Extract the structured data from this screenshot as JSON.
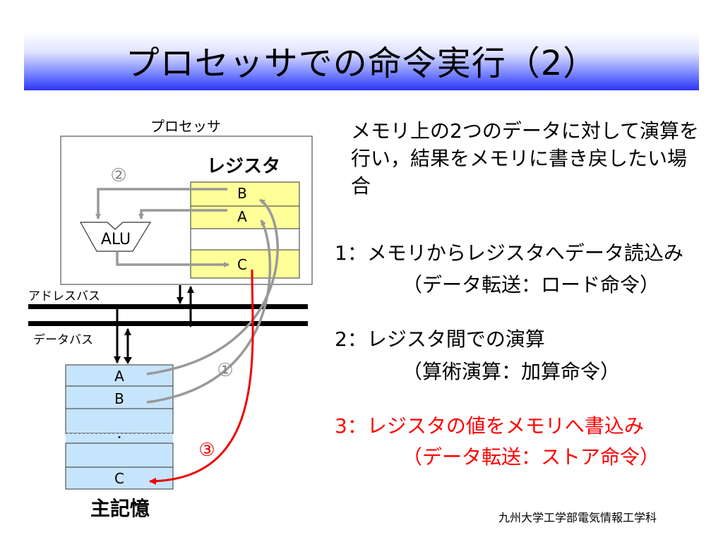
{
  "title": "プロセッサでの命令実行（2）",
  "diagram": {
    "processor_label": "プロセッサ",
    "register_label": "レジスタ",
    "registers": [
      "B",
      "A",
      "",
      "C"
    ],
    "alu_label": "ALU",
    "address_bus_label": "アドレスバス",
    "data_bus_label": "データバス",
    "memory_label": "主記憶",
    "memory_cells": [
      "A",
      "B",
      "",
      "・",
      "",
      "C"
    ],
    "step_markers": [
      "①",
      "②",
      "③"
    ],
    "colors": {
      "register_fill": "#ffff99",
      "memory_fill": "#c6e4fb",
      "gray_arrow": "#999999",
      "red_arrow": "#ee0000"
    }
  },
  "description": "メモリ上の2つのデータに対して演算を行い，結果をメモリに書き戻したい場合",
  "steps": [
    {
      "main": "1：メモリからレジスタへデータ読込み",
      "sub": "（データ転送：ロード命令）",
      "highlight": false
    },
    {
      "main": "2：レジスタ間での演算",
      "sub": "（算術演算：加算命令）",
      "highlight": false
    },
    {
      "main": "3：レジスタの値をメモリへ書込み",
      "sub": "（データ転送：ストア命令）",
      "highlight": true
    }
  ],
  "footer": "九州大学工学部電気情報工学科"
}
